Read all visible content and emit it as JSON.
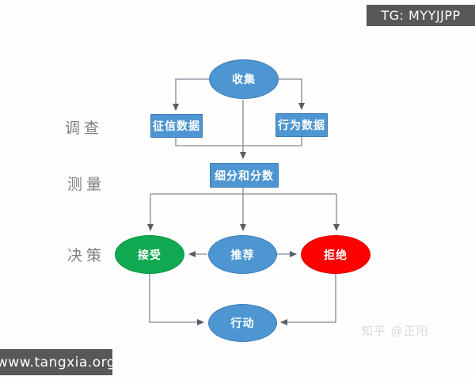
{
  "badges": {
    "top_right": "TG: MYYJJPP",
    "bottom_left": "www.tangxia.org"
  },
  "watermark": "知乎 @正阳",
  "row_labels": [
    {
      "id": "survey",
      "label": "调查"
    },
    {
      "id": "measure",
      "label": "测量"
    },
    {
      "id": "decision",
      "label": "决策"
    }
  ],
  "nodes": {
    "collect": {
      "label": "收集",
      "shape": "ellipse",
      "color": "#4e96d2"
    },
    "credit_data": {
      "label": "征信数据",
      "shape": "rect",
      "color": "#4e96d2"
    },
    "behavior_data": {
      "label": "行为数据",
      "shape": "rect",
      "color": "#4e96d2"
    },
    "segment_score": {
      "label": "细分和分数",
      "shape": "rect",
      "color": "#4e96d2"
    },
    "accept": {
      "label": "接受",
      "shape": "ellipse",
      "color": "#10a850"
    },
    "recommend": {
      "label": "推荐",
      "shape": "ellipse",
      "color": "#4e96d2"
    },
    "reject": {
      "label": "拒绝",
      "shape": "ellipse",
      "color": "#fb0100"
    },
    "action": {
      "label": "行动",
      "shape": "ellipse",
      "color": "#4e96d2"
    }
  },
  "edges": [
    {
      "from": "collect",
      "to": "credit_data"
    },
    {
      "from": "collect",
      "to": "behavior_data"
    },
    {
      "from": "collect",
      "to": "segment_score"
    },
    {
      "from": "credit_data",
      "to": "segment_score"
    },
    {
      "from": "behavior_data",
      "to": "segment_score"
    },
    {
      "from": "segment_score",
      "to": "accept"
    },
    {
      "from": "segment_score",
      "to": "recommend"
    },
    {
      "from": "segment_score",
      "to": "reject"
    },
    {
      "from": "recommend",
      "to": "accept"
    },
    {
      "from": "recommend",
      "to": "reject"
    },
    {
      "from": "accept",
      "to": "action"
    },
    {
      "from": "reject",
      "to": "action"
    }
  ],
  "colors": {
    "node_blue": "#4e96d2",
    "node_green": "#10a850",
    "node_red": "#fb0100",
    "connector": "#828a93",
    "arrowhead": "#565d66",
    "badge_bg": "#58585a",
    "row_label": "#7f7f7f"
  }
}
